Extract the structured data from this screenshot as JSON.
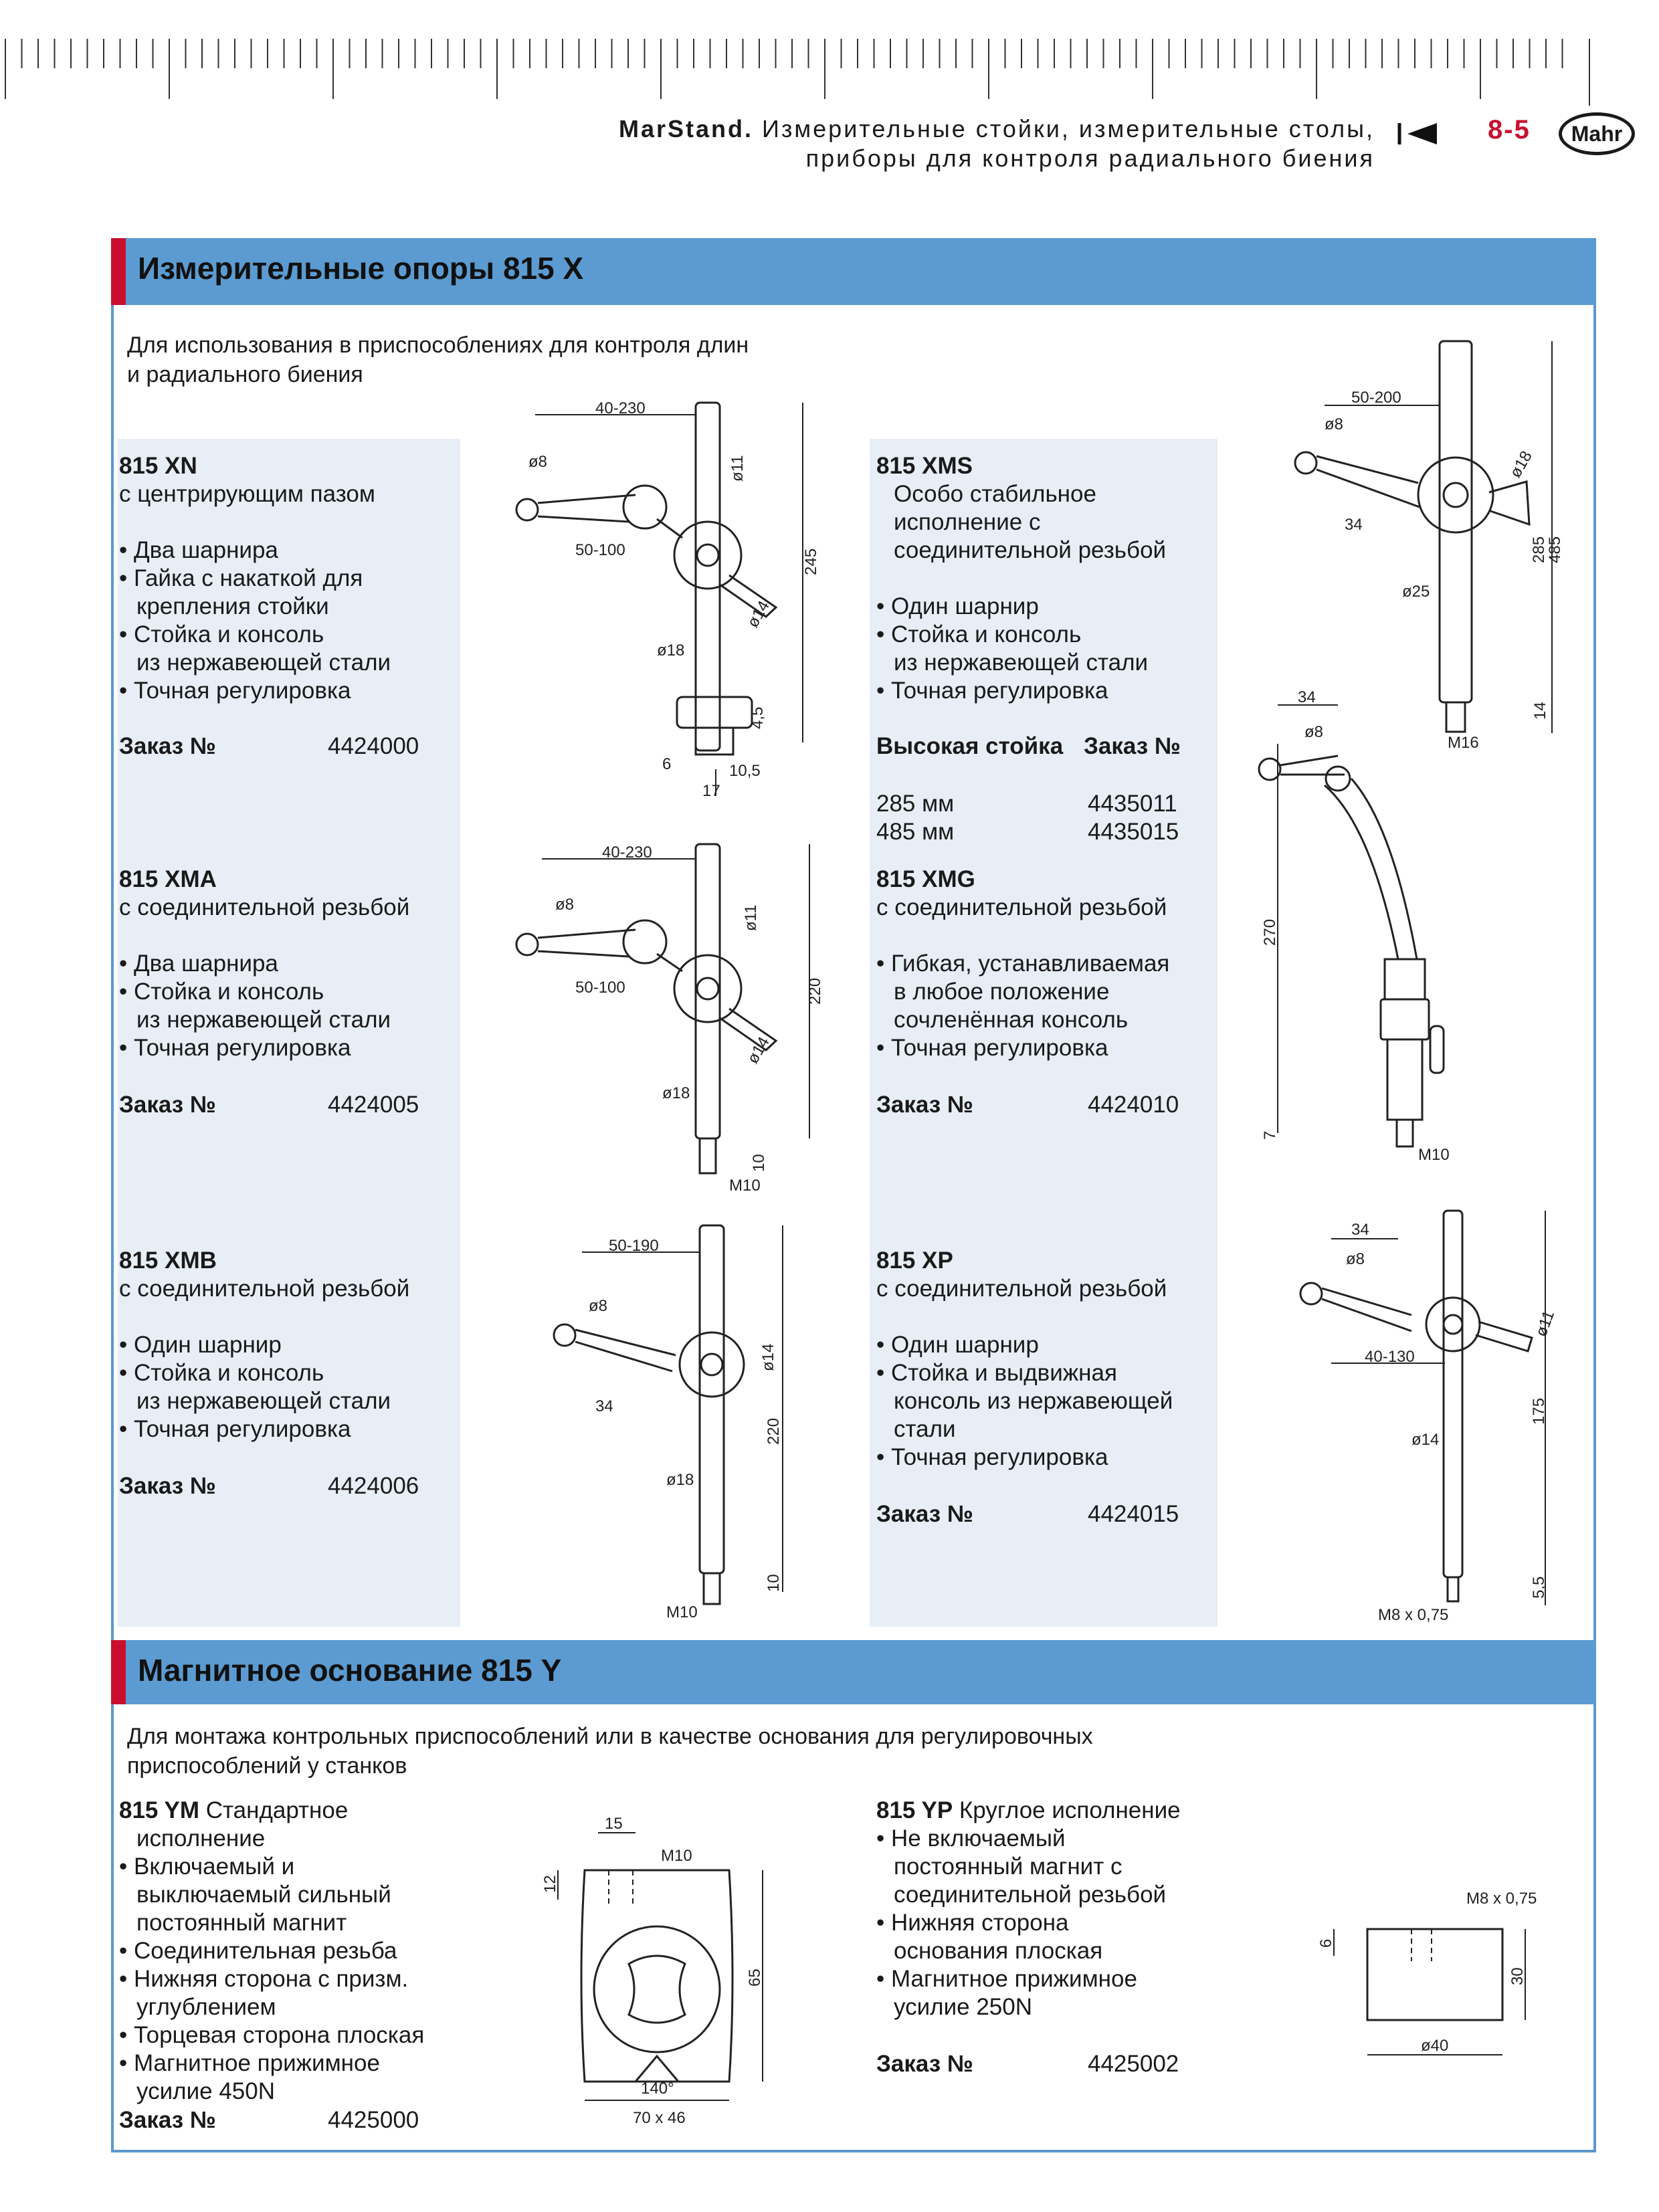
{
  "header": {
    "brand": "MarStand.",
    "line1": "Измерительные стойки, измерительные столы,",
    "line2": "приборы для контроля радиального биения",
    "page": "8-5",
    "logo": "Mahr"
  },
  "section1": {
    "title": "Измерительные опоры 815 X",
    "intro1": "Для использования в приспособлениях для контроля длин",
    "intro2": "и радиального биения"
  },
  "products": {
    "xn": {
      "name": "815 XN",
      "sub": "с центрирующим пазом",
      "bullets": [
        "• Два шарнира",
        "• Гайка с накаткой для",
        "крепления стойки",
        "• Стойка и консоль",
        "из нержавеющей стали",
        "• Точная регулировка"
      ],
      "order_label": "Заказ №",
      "order_no": "4424000"
    },
    "xma": {
      "name": "815 XMA",
      "sub": "с соединительной резьбой",
      "bullets": [
        "• Два шарнира",
        "• Стойка и консоль",
        "из нержавеющей стали",
        "• Точная регулировка"
      ],
      "order_label": "Заказ №",
      "order_no": "4424005"
    },
    "xmb": {
      "name": "815 XMB",
      "sub": "с соединительной резьбой",
      "bullets": [
        "• Один шарнир",
        "• Стойка и консоль",
        "из нержавеющей стали",
        "• Точная регулировка"
      ],
      "order_label": "Заказ №",
      "order_no": "4424006"
    },
    "xms": {
      "name": "815 XMS",
      "sub": [
        "Особо стабильное",
        "исполнение с",
        "соединительной резьбой"
      ],
      "bullets": [
        "• Один шарнир",
        "• Стойка и консоль",
        "из нержавеющей стали",
        "• Точная регулировка"
      ],
      "col_height": "Высокая стойка",
      "order_label": "Заказ №",
      "rows": [
        {
          "h": "285 мм",
          "no": "4435011"
        },
        {
          "h": "485 мм",
          "no": "4435015"
        }
      ]
    },
    "xmg": {
      "name": "815 XMG",
      "sub": "с соединительной резьбой",
      "bullets": [
        "• Гибкая, устанавливаемая",
        "в любое положение",
        "сочленённая консоль",
        "• Точная регулировка"
      ],
      "order_label": "Заказ №",
      "order_no": "4424010"
    },
    "xp": {
      "name": "815 XP",
      "sub": "с соединительной резьбой",
      "bullets": [
        "• Один шарнир",
        "• Стойка и выдвижная",
        "консоль из нержавеющей",
        "стали",
        "• Точная регулировка"
      ],
      "order_label": "Заказ №",
      "order_no": "4424015"
    }
  },
  "section2": {
    "title": "Магнитное основание 815 Y",
    "intro1": "Для монтажа контрольных приспособлений или в качестве основания для регулировочных",
    "intro2": "приспособлений у станков"
  },
  "magnets": {
    "ym": {
      "name": "815 YM",
      "name_rest": "Стандартное",
      "cont": "исполнение",
      "bullets": [
        "• Включаемый и",
        "выключаемый сильный",
        "постоянный магнит",
        "• Соединительная резьба",
        "• Нижняя сторона с призм.",
        "углублением",
        "• Торцевая сторона плоская",
        "• Магнитное прижимное",
        "усилие 450N"
      ],
      "order_label": "Заказ №",
      "order_no": "4425000"
    },
    "yp": {
      "name": "815 YP",
      "name_rest": "Круглое исполнение",
      "bullets": [
        "• Не включаемый",
        "постоянный магнит с",
        "соединительной резьбой",
        "• Нижняя сторона",
        "основания плоская",
        "• Магнитное прижимное",
        "усилие 250N"
      ],
      "order_label": "Заказ №",
      "order_no": "4425002"
    }
  },
  "dims": {
    "xn": [
      "40-230",
      "ø8",
      "ø11",
      "50-100",
      "245",
      "ø14",
      "ø18",
      "4,5",
      "6",
      "10,5",
      "17"
    ],
    "xma": [
      "40-230",
      "ø8",
      "ø11",
      "50-100",
      "220",
      "ø14",
      "ø18",
      "10",
      "M10"
    ],
    "xmb": [
      "50-190",
      "ø8",
      "ø14",
      "34",
      "220",
      "ø18",
      "10",
      "M10"
    ],
    "xms": [
      "50-200",
      "ø8",
      "ø18",
      "34",
      "285",
      "485",
      "ø25",
      "14",
      "M16"
    ],
    "xmg": [
      "34",
      "ø8",
      "270",
      "7",
      "M10"
    ],
    "xp": [
      "34",
      "ø8",
      "ø11",
      "40-130",
      "175",
      "ø14",
      "5,5",
      "M8 x 0,75"
    ],
    "ym": [
      "15",
      "M10",
      "12",
      "65",
      "140°",
      "70 x 46"
    ],
    "yp": [
      "M8 x 0,75",
      "6",
      "30",
      "ø40"
    ]
  }
}
